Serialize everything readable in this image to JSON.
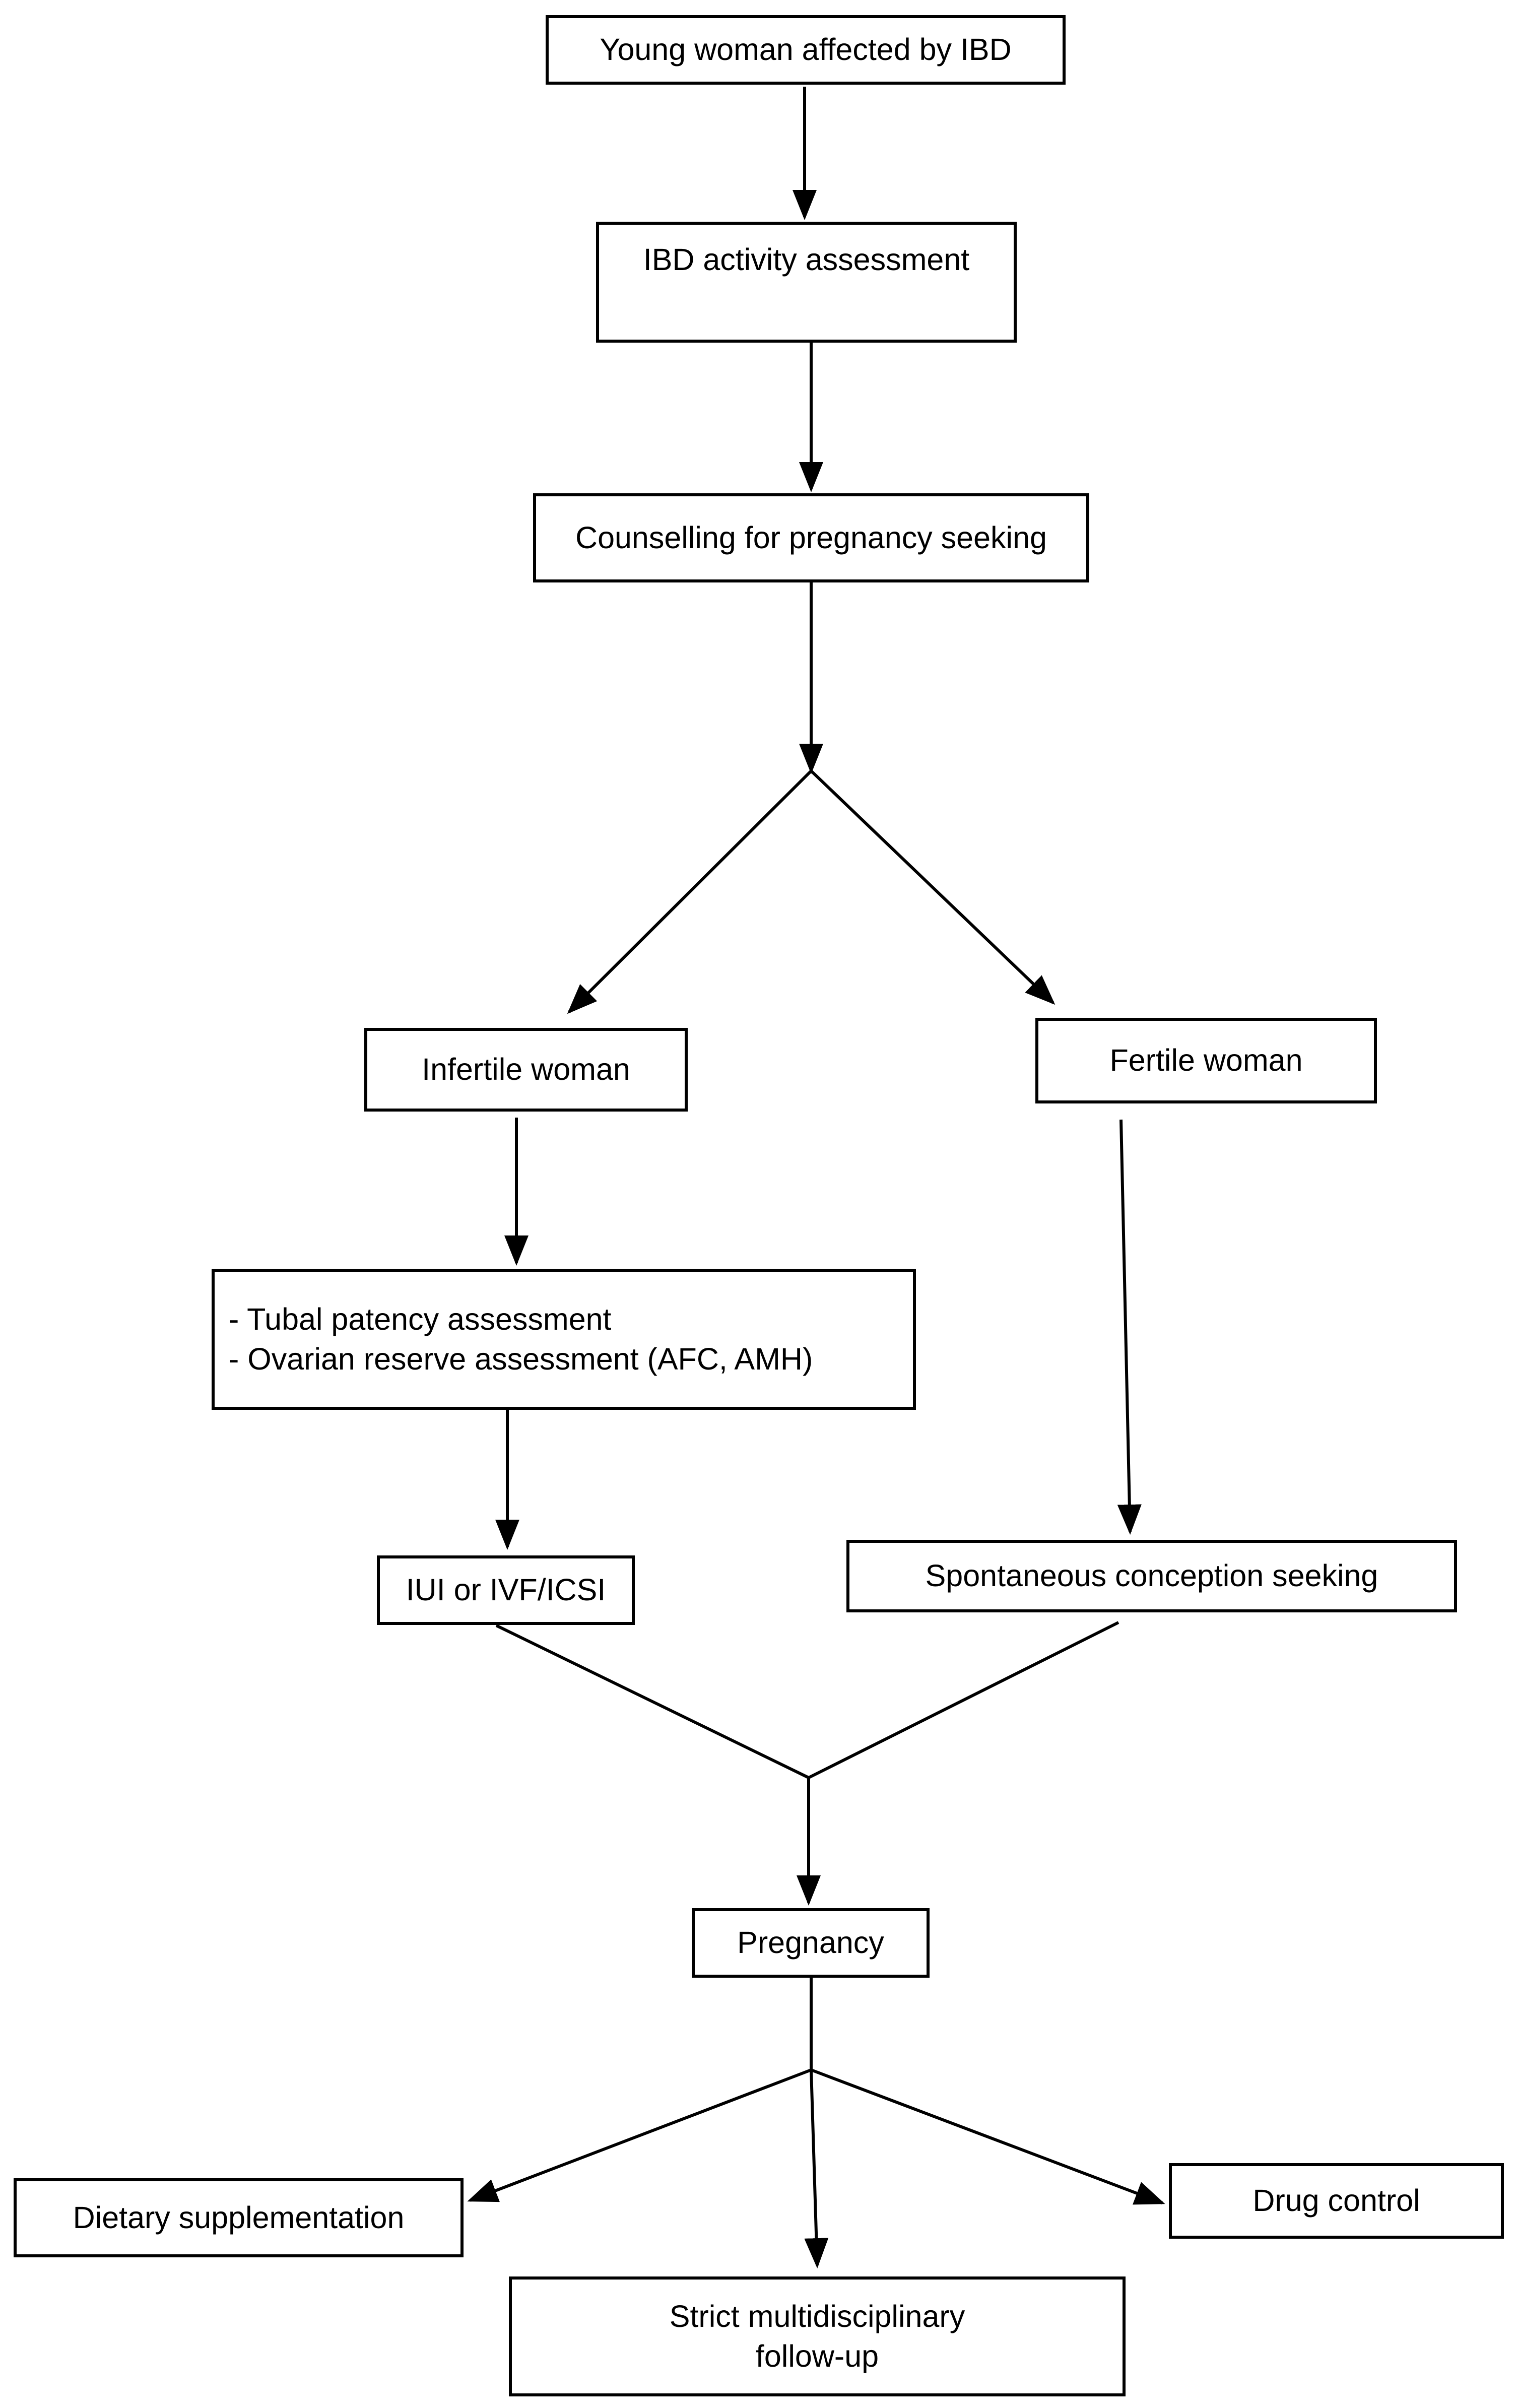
{
  "flowchart": {
    "nodes": {
      "young_woman": "Young woman affected by IBD",
      "activity_assessment": "IBD activity assessment",
      "counselling": "Counselling for pregnancy seeking",
      "infertile": "Infertile woman",
      "fertile": "Fertile woman",
      "assessments": [
        "- Tubal patency assessment",
        "- Ovarian reserve assessment (AFC, AMH)"
      ],
      "iui_ivf": "IUI or IVF/ICSI",
      "spontaneous": "Spontaneous conception seeking",
      "pregnancy": "Pregnancy",
      "dietary": "Dietary supplementation",
      "drug_control": "Drug control",
      "followup": [
        "Strict multidisciplinary",
        "follow-up"
      ]
    }
  }
}
